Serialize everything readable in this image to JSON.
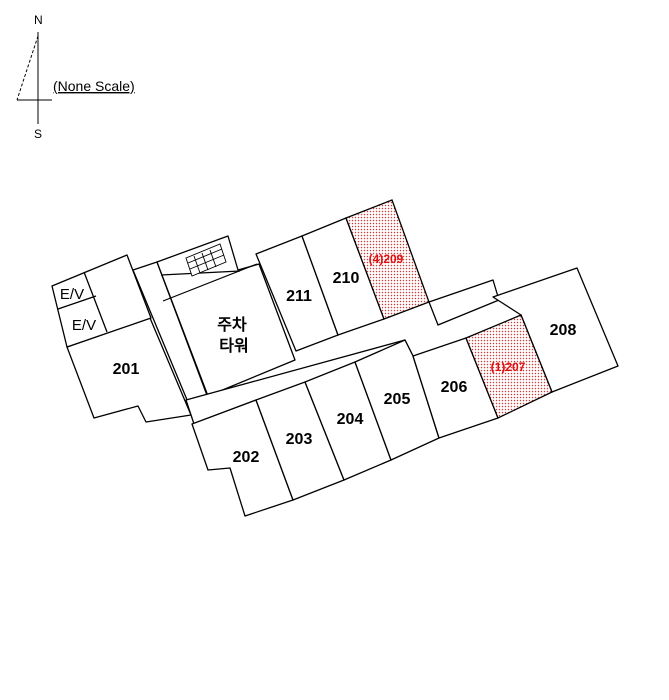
{
  "compass": {
    "north": "N",
    "south": "S"
  },
  "scale_note": "(None Scale)",
  "colors": {
    "highlight_text": "#e01010",
    "highlight_dots": "#d23a3a",
    "line": "#000000"
  },
  "units": {
    "u201": "201",
    "u202": "202",
    "u203": "203",
    "u204": "204",
    "u205": "205",
    "u206": "206",
    "u207": "(1)207",
    "u208": "208",
    "u209": "(4)209",
    "u210": "210",
    "u211": "211",
    "ev1": "E/V",
    "ev2": "E/V",
    "parking_line1": "주차",
    "parking_line2": "타워"
  },
  "highlighted_units": [
    "(1)207",
    "(4)209"
  ]
}
